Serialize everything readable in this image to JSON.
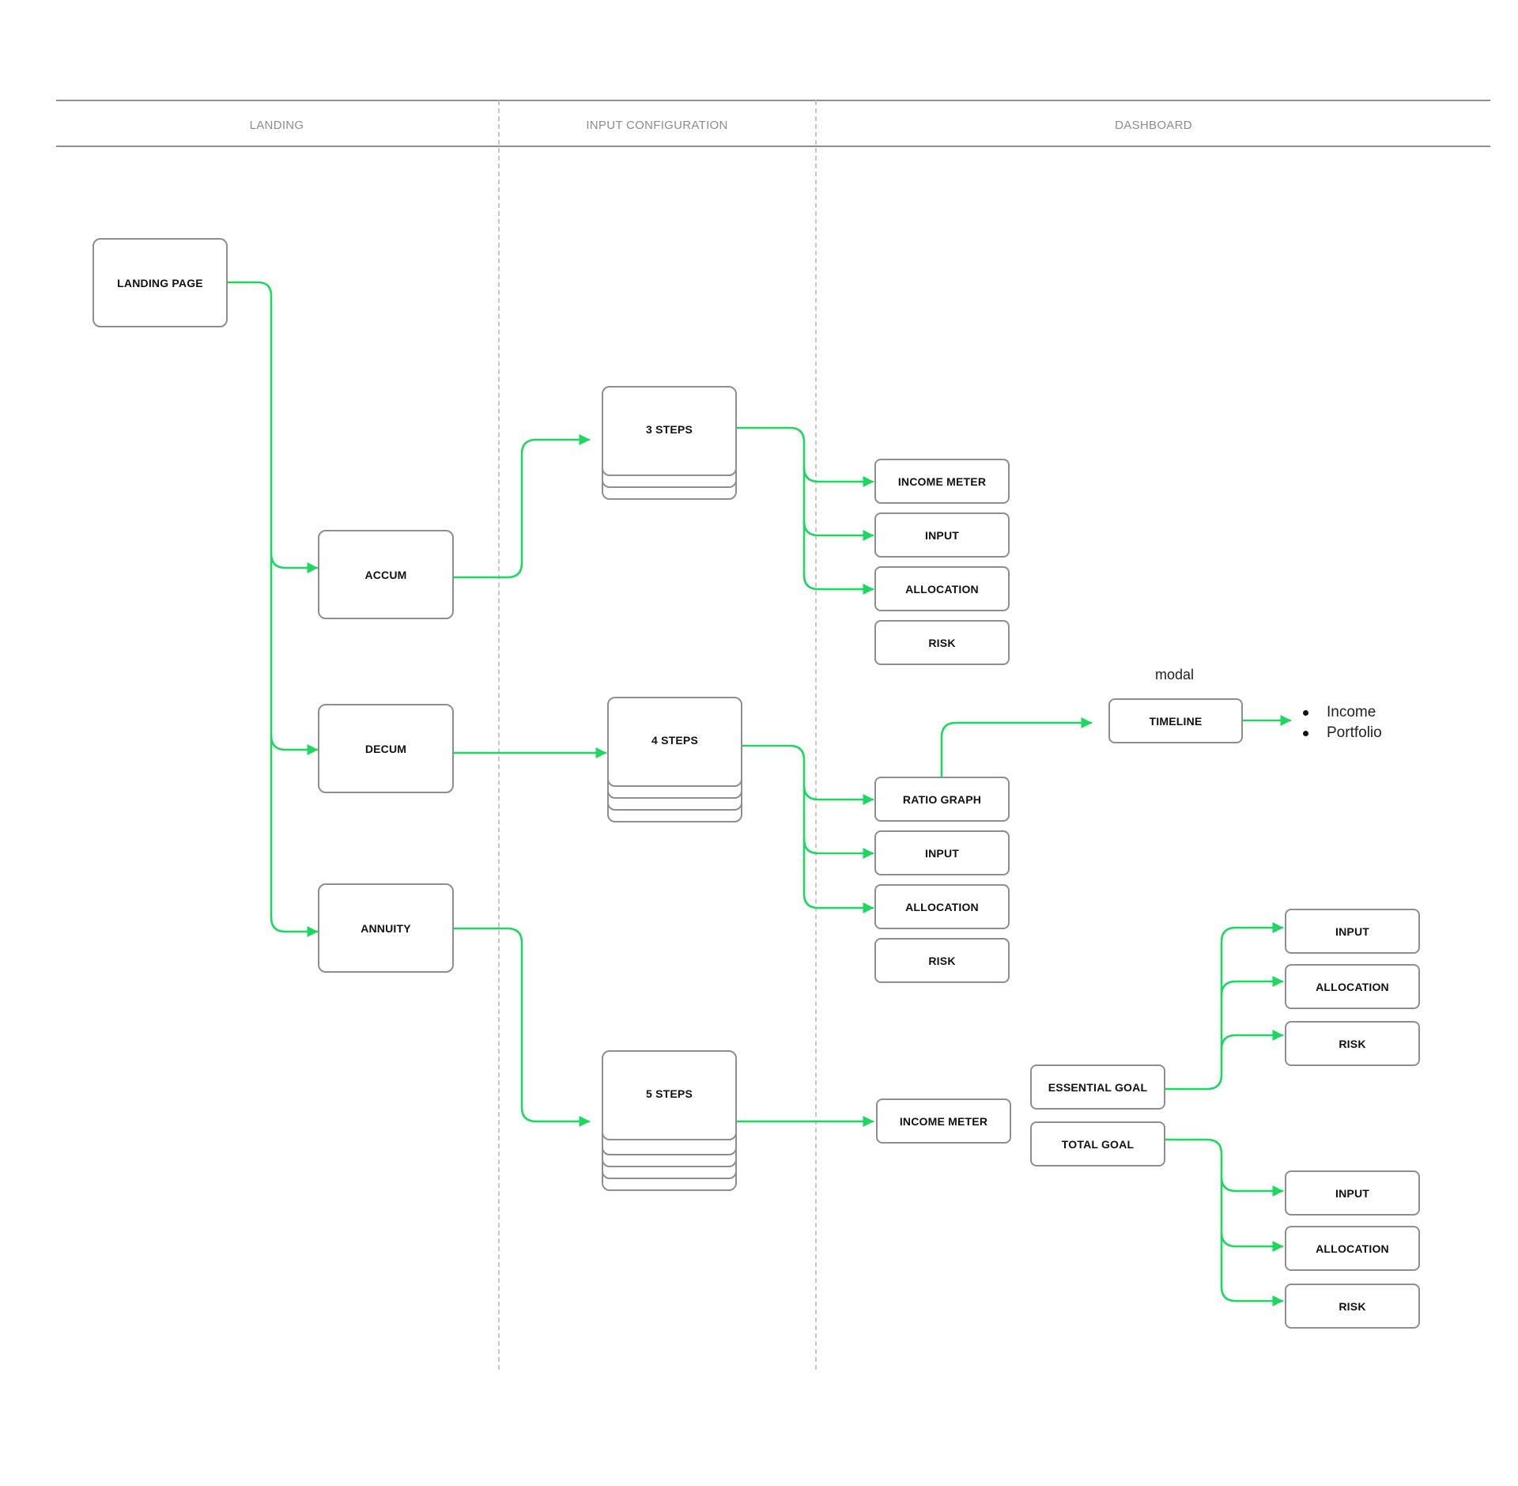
{
  "columns": {
    "landing": "LANDING",
    "input_configuration": "INPUT CONFIGURATION",
    "dashboard": "DASHBOARD"
  },
  "nodes": {
    "landing_page": "LANDING PAGE",
    "accum": "ACCUM",
    "decum": "DECUM",
    "annuity": "ANNUITY",
    "steps_3": "3 STEPS",
    "steps_4": "4 STEPS",
    "steps_5": "5 STEPS",
    "accum_dashboard": [
      "INCOME METER",
      "INPUT",
      "ALLOCATION",
      "RISK"
    ],
    "decum_dashboard": [
      "RATIO GRAPH",
      "INPUT",
      "ALLOCATION",
      "RISK"
    ],
    "annuity_income_meter": "INCOME METER",
    "essential_goal": "ESSENTIAL GOAL",
    "total_goal": "TOTAL GOAL",
    "essential_children": [
      "INPUT",
      "ALLOCATION",
      "RISK"
    ],
    "total_children": [
      "INPUT",
      "ALLOCATION",
      "RISK"
    ],
    "timeline": "TIMELINE"
  },
  "modal": {
    "label": "modal",
    "items": [
      "Income",
      "Portfolio"
    ]
  },
  "colors": {
    "connector": "#1ed760",
    "box_border": "#8e8e8e",
    "rule": "#8f8f8f",
    "divider": "#c8c8c8",
    "header_text": "#8c8c8c"
  }
}
